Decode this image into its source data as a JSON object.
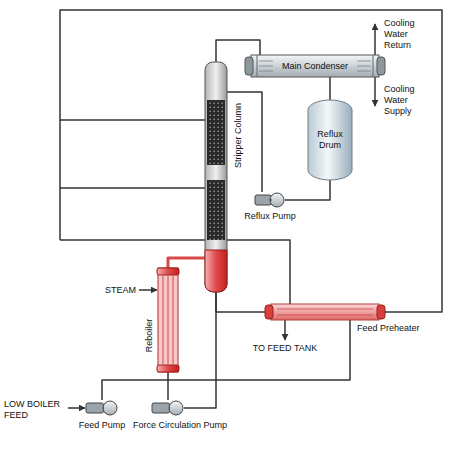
{
  "diagram": {
    "nodes": [
      {
        "text": [
          "Main Condenser"
        ]
      },
      {
        "text": [
          "Reflux Drum"
        ]
      },
      {
        "text": [
          "Stripper Column"
        ]
      },
      {
        "text": [
          "Reflux Pump"
        ]
      },
      {
        "text": [
          "Reboiler"
        ]
      },
      {
        "text": [
          "Feed Preheater"
        ]
      },
      {
        "text": [
          "Feed Pump"
        ]
      },
      {
        "text": [
          "Force Circulation Pump"
        ]
      }
    ],
    "edges": [
      {
        "from": 2,
        "to": 0,
        "arrow": "none"
      },
      {
        "from": 0,
        "to": 1,
        "arrow": "none"
      },
      {
        "from": 1,
        "to": 3,
        "arrow": "none"
      },
      {
        "from": 3,
        "to": 2,
        "arrow": "none"
      },
      {
        "from": 2,
        "to": 7,
        "arrow": "none"
      },
      {
        "from": 7,
        "to": 4,
        "arrow": "none"
      },
      {
        "from": 4,
        "to": 2,
        "arrow": "none"
      },
      {
        "from": 2,
        "to": 5,
        "arrow": "none"
      },
      {
        "from": 2,
        "to": 5,
        "arrow": "none"
      },
      {
        "from": 6,
        "to": 5,
        "arrow": "none"
      },
      {
        "from": 5,
        "to": 2,
        "arrow": "none"
      }
    ],
    "labels": [
      "Cooling Water Return",
      "Cooling Water Supply",
      "STEAM",
      "TO FEED TANK",
      "LOW BOILER FEED"
    ]
  }
}
